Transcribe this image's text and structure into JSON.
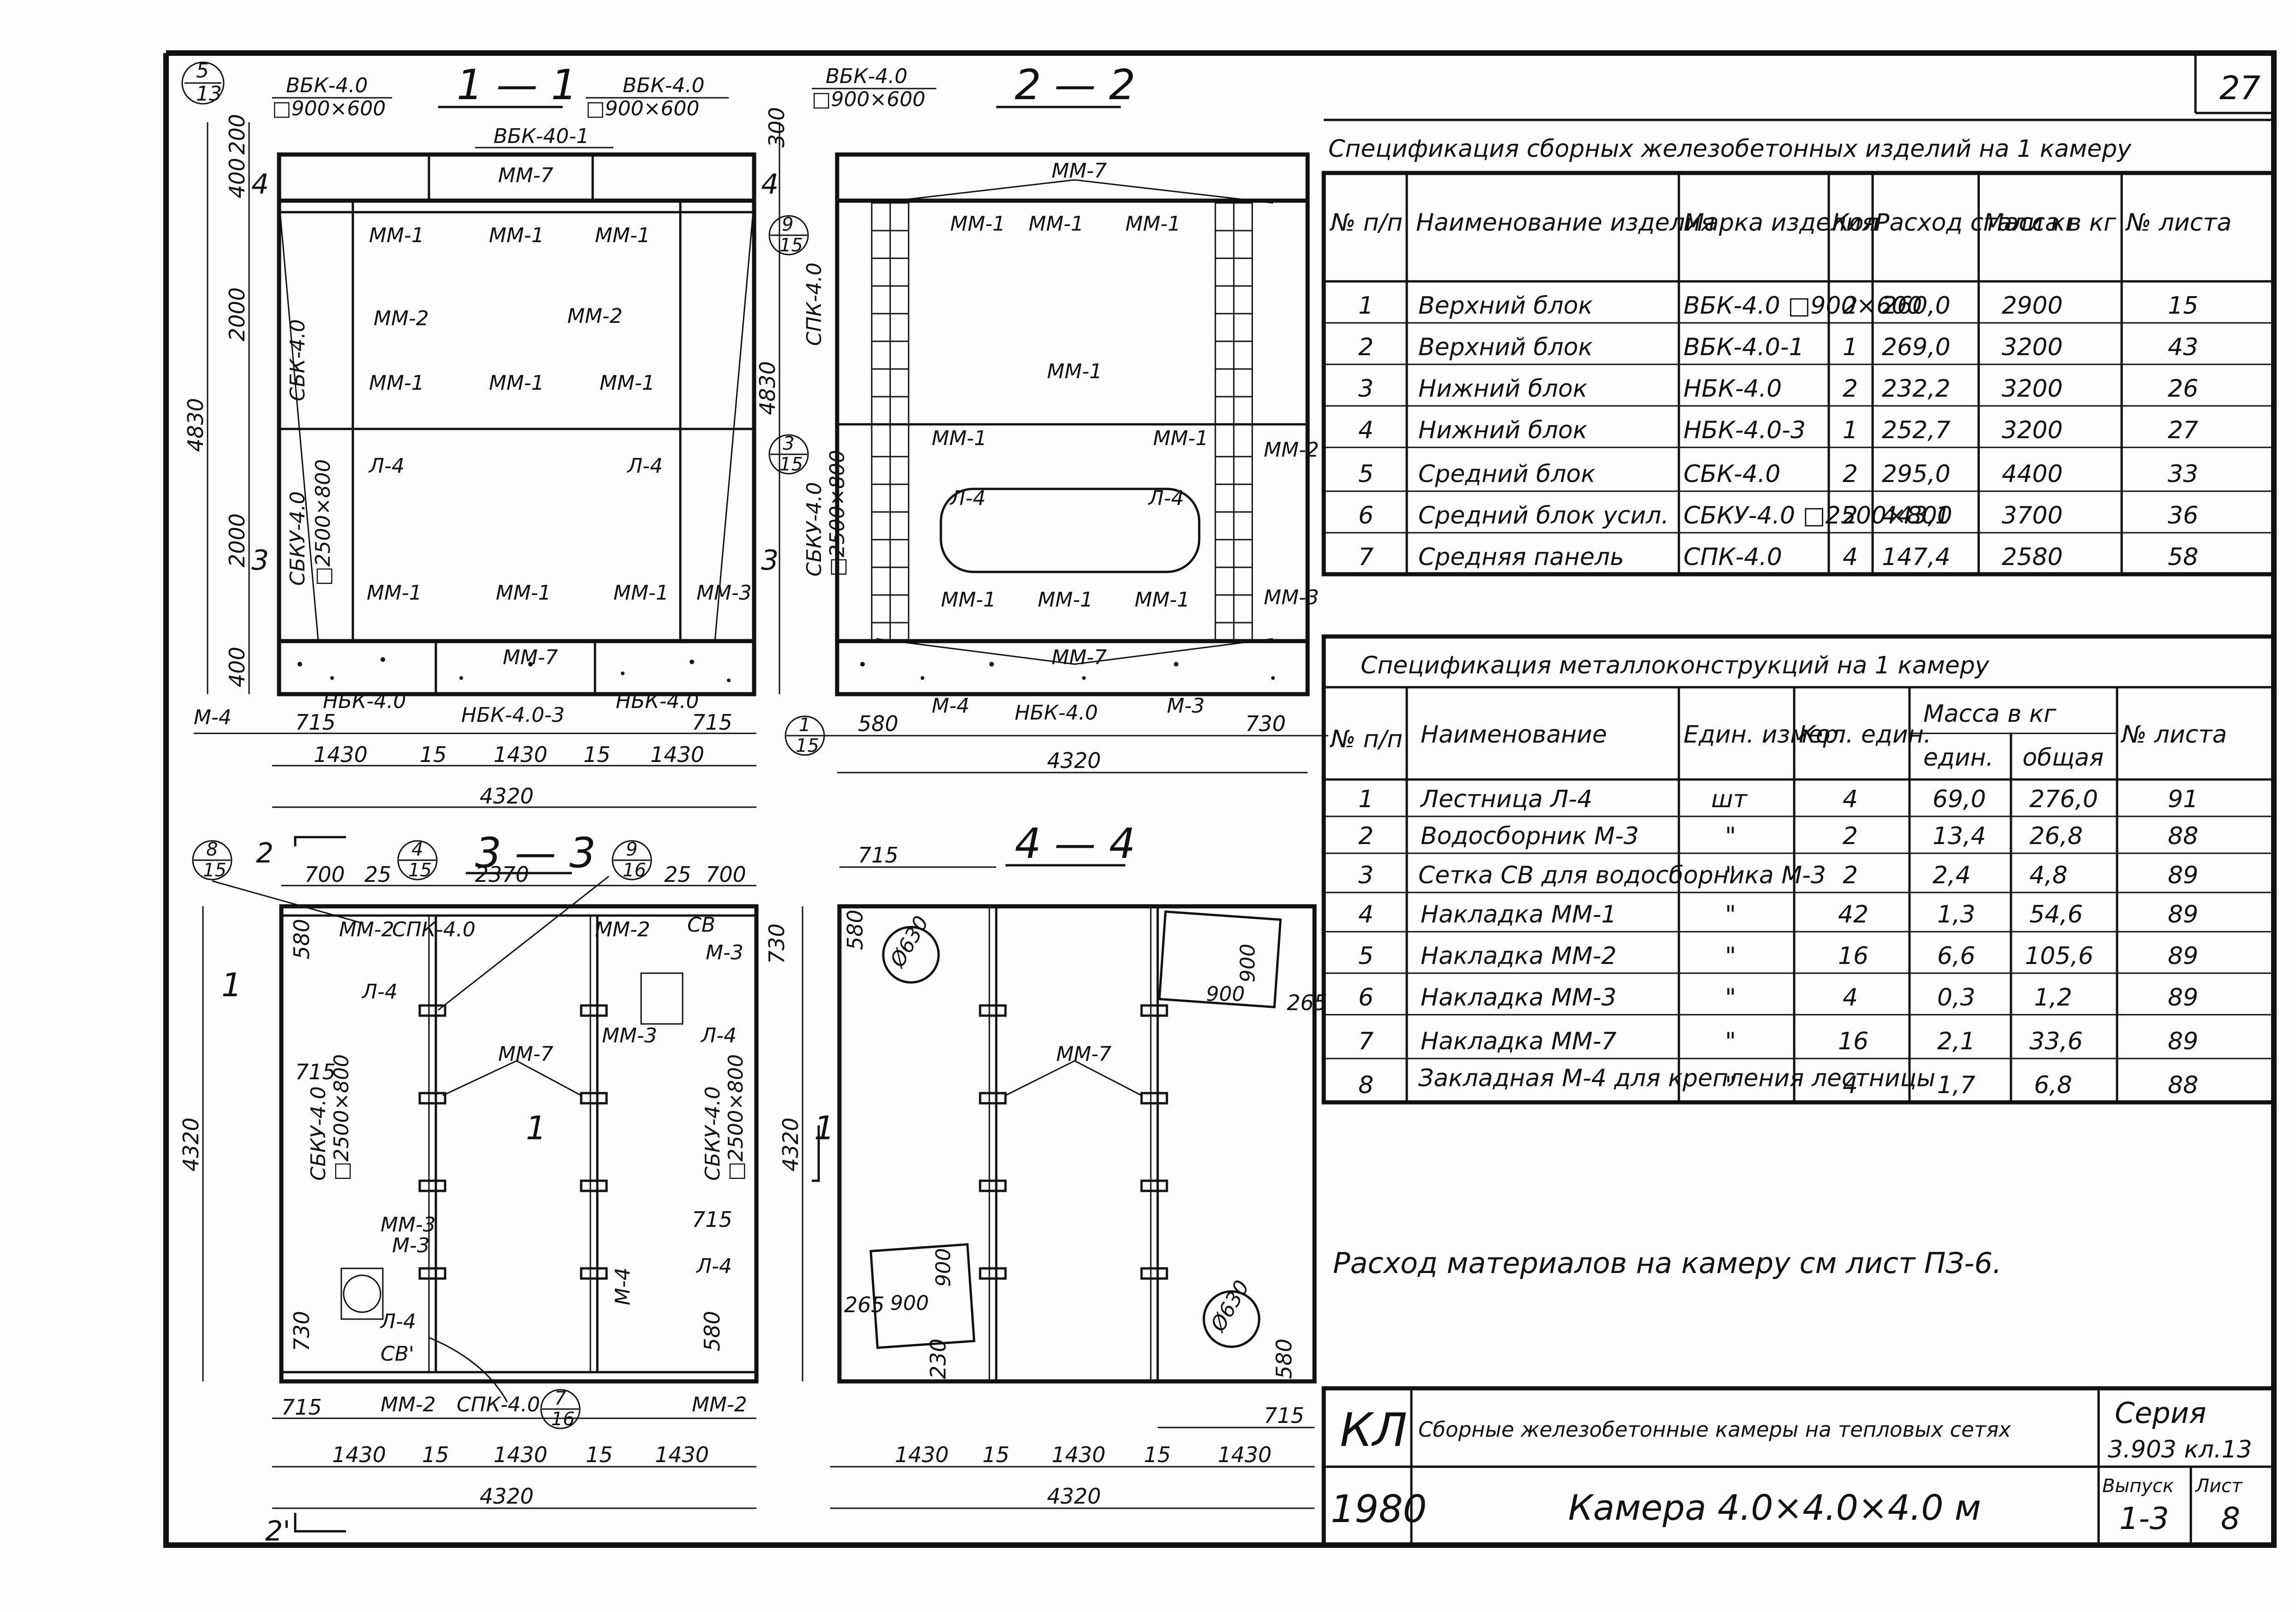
{
  "sheet_number": "27",
  "sections": {
    "s11": {
      "title": "1 — 1",
      "callout_top": [
        "5",
        "13"
      ],
      "labels_top": [
        "ВБК-4.0",
        "□900×600",
        "ВБК-4.0",
        "□900×600",
        "ВБК-40-1"
      ],
      "labels": [
        "ММ-1",
        "ММ-1",
        "ММ-1",
        "ММ-2",
        "ММ-2",
        "ММ-1",
        "ММ-1",
        "ММ-1",
        "Л-4",
        "Л-4",
        "ММ-1",
        "ММ-1",
        "ММ-1",
        "ММ-3",
        "ММ-7",
        "ММ-7",
        "СБК-4.0",
        "СБКУ-4.0",
        "□2500×800",
        "М-4",
        "НБК-4.0",
        "НБК-4.0-3",
        "НБК-4.0"
      ],
      "cut_marks": [
        "4",
        "4",
        "3",
        "3"
      ],
      "callouts_right": [
        [
          "9",
          "15"
        ],
        [
          "3",
          "15"
        ]
      ],
      "vdims": [
        "200",
        "400",
        "2000",
        "2000",
        "400",
        "4830"
      ],
      "hdims": [
        "715",
        "715",
        "1430",
        "15",
        "1430",
        "15",
        "1430",
        "4320"
      ]
    },
    "s22": {
      "title": "2 — 2",
      "labels_top": [
        "ВБК-4.0",
        "□900×600"
      ],
      "labels": [
        "ММ-7",
        "ММ-1",
        "ММ-1",
        "ММ-1",
        "ММ-1",
        "ММ-1",
        "ММ-1",
        "ММ-2",
        "Л-4",
        "Л-4",
        "ММ-1",
        "ММ-1",
        "ММ-1",
        "ММ-3",
        "ММ-7",
        "М-4",
        "НБК-4.0",
        "М-3"
      ],
      "left_labels": [
        "СПК-4.0",
        "СБКУ-4.0",
        "□2500×800"
      ],
      "callout_bottom": [
        "1",
        "15"
      ],
      "vdims": [
        "300",
        "4830"
      ],
      "hdims": [
        "580",
        "730",
        "4320"
      ]
    },
    "s33": {
      "title": "3 — 3",
      "callouts_top": [
        [
          "8",
          "15"
        ],
        [
          "4",
          "15"
        ],
        [
          "9",
          "16"
        ]
      ],
      "cut_marks": [
        "2",
        "2'",
        "1",
        "1",
        "1"
      ],
      "labels": [
        "ММ-2",
        "СПК-4.0",
        "ММ-2",
        "СВ",
        "М-3",
        "Л-4",
        "ММ-3",
        "Л-4",
        "ММ-7",
        "СБКУ-4.0",
        "□2500×800",
        "СБКУ-4.0",
        "□2500×800",
        "ММ-3",
        "М-3",
        "Л-4",
        "СВ'",
        "М-4",
        "Л-4",
        "ММ-2",
        "СПК-4.0",
        "ММ-2"
      ],
      "callout_bottom": [
        "7",
        "16"
      ],
      "dims": [
        "700",
        "25",
        "2370",
        "25",
        "700",
        "580",
        "730",
        "715",
        "715",
        "730",
        "580",
        "715",
        "1430",
        "15",
        "1430",
        "15",
        "1430",
        "4320",
        "4320"
      ]
    },
    "s44": {
      "title": "4 — 4",
      "labels": [
        "ММ-7",
        "Ø630",
        "Ø630",
        "900",
        "900",
        "900",
        "900"
      ],
      "dims": [
        "715",
        "580",
        "265",
        "265",
        "230",
        "580",
        "715",
        "1430",
        "15",
        "1430",
        "15",
        "1430",
        "4320",
        "4320"
      ]
    }
  },
  "table1": {
    "title": "Спецификация сборных железобетонных изделий на 1 камеру",
    "headers": [
      "№ п/п",
      "Наименование изделия",
      "Марка изделия",
      "Кол",
      "Расход стали кг",
      "Масса в кг",
      "№ листа"
    ],
    "rows": [
      [
        "1",
        "Верхний блок",
        "ВБК-4.0 □900×600",
        "2",
        "260,0",
        "2900",
        "15"
      ],
      [
        "2",
        "Верхний блок",
        "ВБК-4.0-1",
        "1",
        "269,0",
        "3200",
        "43"
      ],
      [
        "3",
        "Нижний блок",
        "НБК-4.0",
        "2",
        "232,2",
        "3200",
        "26"
      ],
      [
        "4",
        "Нижний блок",
        "НБК-4.0-3",
        "1",
        "252,7",
        "3200",
        "27"
      ],
      [
        "5",
        "Средний блок",
        "СБК-4.0",
        "2",
        "295,0",
        "4400",
        "33"
      ],
      [
        "6",
        "Средний блок усил.",
        "СБКУ-4.0 □2500×800",
        "2",
        "443,1",
        "3700",
        "36"
      ],
      [
        "7",
        "Средняя панель",
        "СПК-4.0",
        "4",
        "147,4",
        "2580",
        "58"
      ]
    ]
  },
  "table2": {
    "title": "Спецификация металлоконструкций на 1 камеру",
    "headers": [
      "№ п/п",
      "Наименование",
      "Един. измер.",
      "Кол. един.",
      "Масса в кг",
      "един.",
      "общая",
      "№ листа"
    ],
    "rows": [
      [
        "1",
        "Лестница Л-4",
        "шт",
        "4",
        "69,0",
        "276,0",
        "91"
      ],
      [
        "2",
        "Водосборник М-3",
        "\"",
        "2",
        "13,4",
        "26,8",
        "88"
      ],
      [
        "3",
        "Сетка СВ для водосборника М-3",
        "\"",
        "2",
        "2,4",
        "4,8",
        "89"
      ],
      [
        "4",
        "Накладка ММ-1",
        "\"",
        "42",
        "1,3",
        "54,6",
        "89"
      ],
      [
        "5",
        "Накладка ММ-2",
        "\"",
        "16",
        "6,6",
        "105,6",
        "89"
      ],
      [
        "6",
        "Накладка ММ-3",
        "\"",
        "4",
        "0,3",
        "1,2",
        "89"
      ],
      [
        "7",
        "Накладка ММ-7",
        "\"",
        "16",
        "2,1",
        "33,6",
        "89"
      ],
      [
        "8",
        "Закладная М-4 для крепления лестницы",
        "\"",
        "4",
        "1,7",
        "6,8",
        "88"
      ]
    ]
  },
  "note": "Расход материалов на камеру см лист ПЗ-6.",
  "title_block": {
    "code": "КЛ",
    "year": "1980",
    "description": "Сборные железобетонные камеры на тепловых сетях",
    "series_label": "Серия",
    "series_value": "3.903 кл.13",
    "issue_label": "Выпуск",
    "issue_value": "1-3",
    "sheet_label": "Лист",
    "sheet_value": "8",
    "title": "Камера 4.0×4.0×4.0 м"
  }
}
